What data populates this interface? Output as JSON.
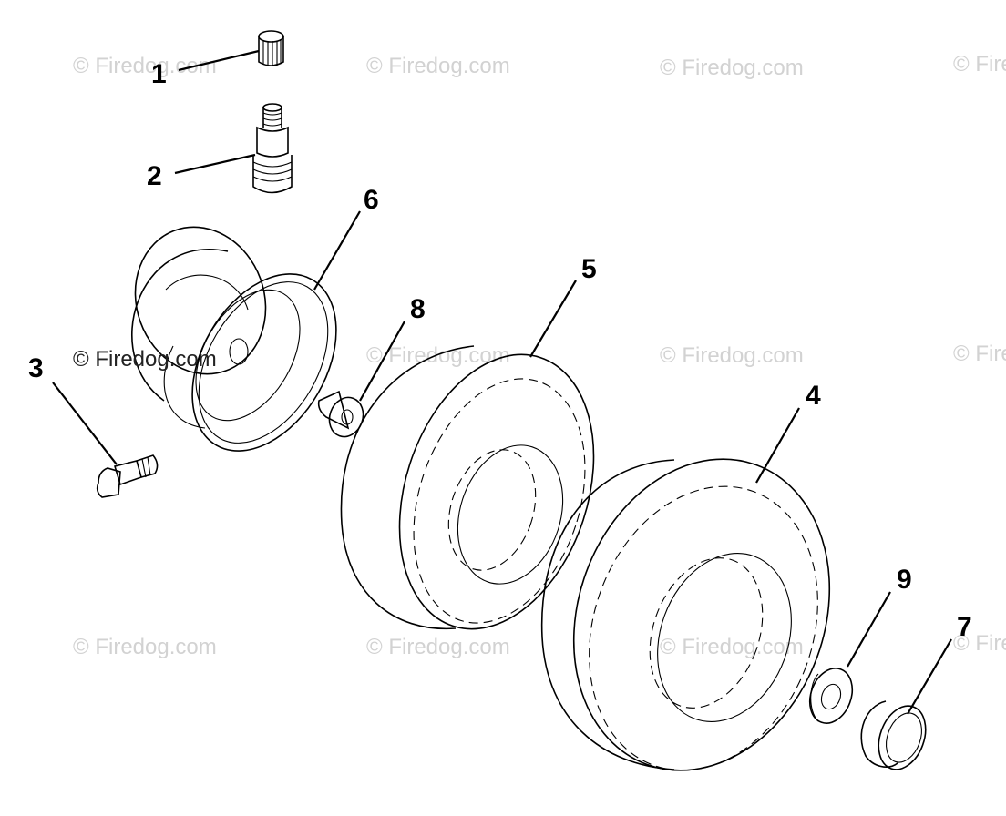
{
  "watermark": "© Firedog.com",
  "callouts": {
    "c1": "1",
    "c2": "2",
    "c3": "3",
    "c4": "4",
    "c5": "5",
    "c6": "6",
    "c7": "7",
    "c8": "8",
    "c9": "9"
  }
}
